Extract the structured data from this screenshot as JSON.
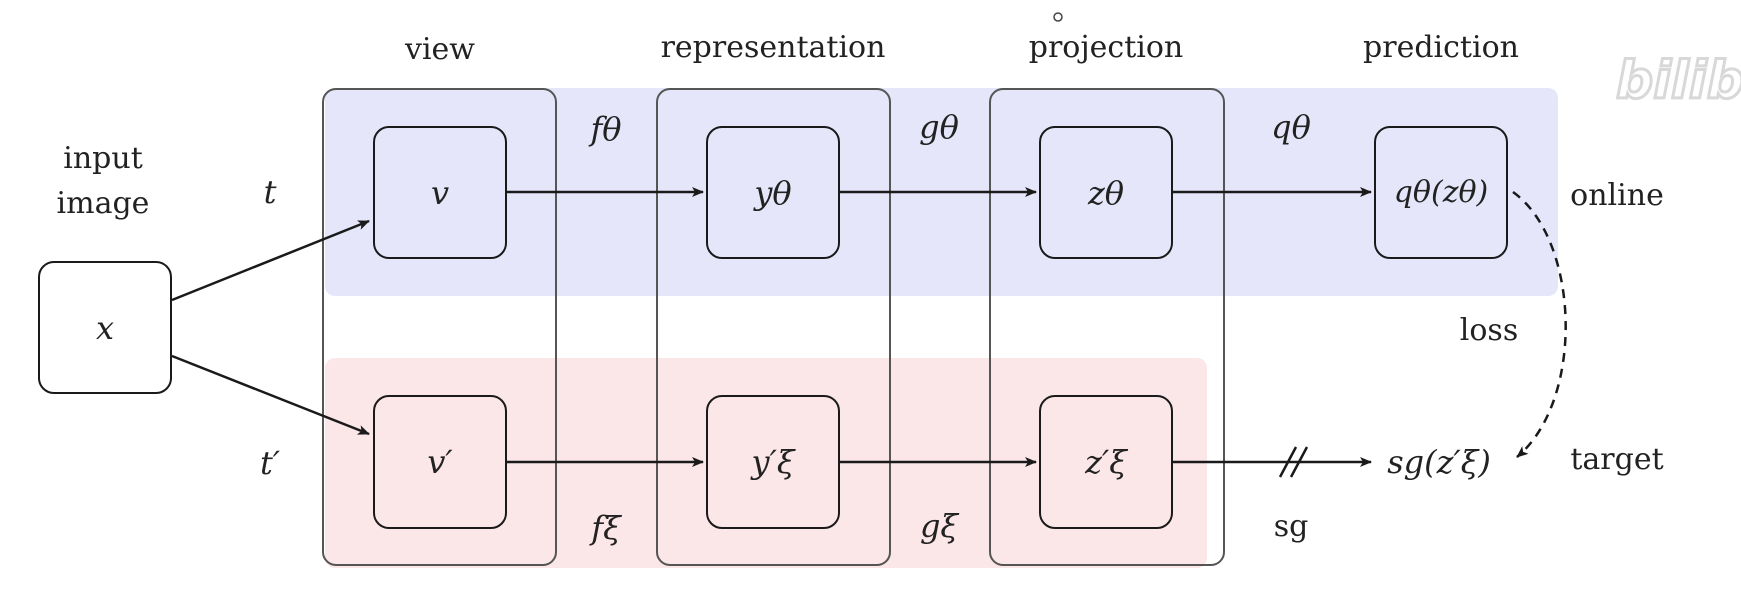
{
  "headers": {
    "view": "view",
    "representation": "representation",
    "projection": "projection",
    "prediction": "prediction"
  },
  "input": {
    "label_line1": "input",
    "label_line2": "image",
    "node": "x"
  },
  "branch_labels": {
    "online": "online",
    "target": "target"
  },
  "transforms": {
    "t": "t",
    "t_prime": "t′"
  },
  "online_nodes": {
    "view": "v",
    "representation": "yθ",
    "projection": "zθ",
    "prediction": "qθ(zθ)"
  },
  "target_nodes": {
    "view": "v′",
    "representation": "y′ξ",
    "projection": "z′ξ",
    "output": "sg(z′ξ)"
  },
  "online_functions": {
    "f": "fθ",
    "g": "gθ",
    "q": "qθ"
  },
  "target_functions": {
    "f": "fξ",
    "g": "gξ",
    "sg": "sg"
  },
  "loss_label": "loss",
  "watermark": "bilibili",
  "colors": {
    "online_band": "#e6e6fb",
    "target_band": "#fbe6e8",
    "stroke": "#1a1a1a"
  }
}
